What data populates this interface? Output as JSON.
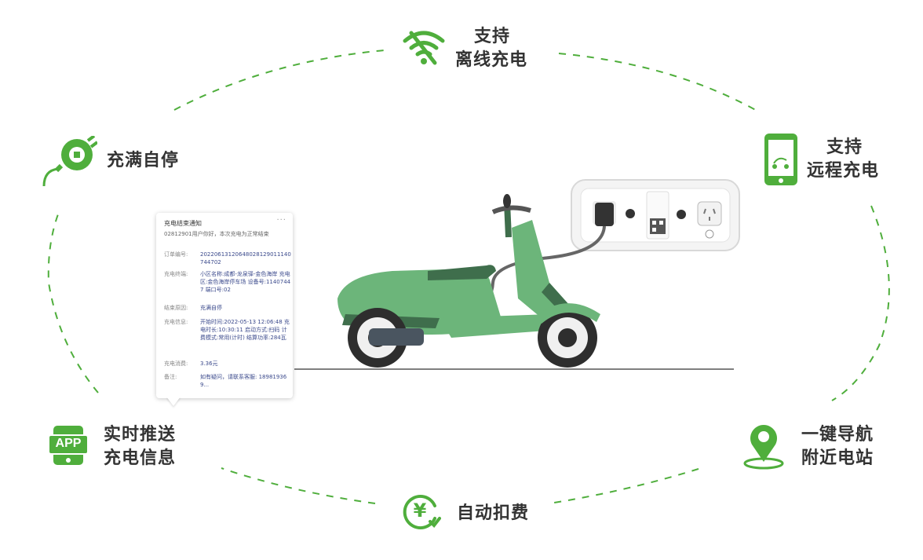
{
  "colors": {
    "green": "#4fae3c",
    "scooter": "#6cb57a",
    "scooter_dark": "#3f6e4c"
  },
  "features": {
    "offline": {
      "line1": "支持",
      "line2": "离线充电",
      "icon": "wifi-off-icon"
    },
    "remote": {
      "line1": "支持",
      "line2": "远程充电",
      "icon": "phone-icon"
    },
    "auto_stop": {
      "label": "充满自停",
      "icon": "plug-icon"
    },
    "push": {
      "line1": "实时推送",
      "line2": "充电信息",
      "icon": "app-icon",
      "icon_text": "APP"
    },
    "navigate": {
      "line1": "一键导航",
      "line2": "附近电站",
      "icon": "location-pin-icon"
    },
    "auto_pay": {
      "label": "自动扣费",
      "icon": "yuan-icon",
      "icon_text": "¥"
    }
  },
  "notification": {
    "title": "充电结束通知",
    "menu": "···",
    "subtitle": "02812901用户你好，本次充电为正常结束",
    "rows": [
      {
        "label": "订单编号:",
        "value": "20220613120648028129011140744702"
      },
      {
        "label": "充电终端:",
        "value": "小区名称:成都-龙泉驿-金色海岸 充电区:金色海岸停车场 设备号:11407447 端口号:02"
      },
      {
        "label": "结束原因:",
        "value": "充满自停"
      },
      {
        "label": "充电信息:",
        "value": "开始时间:2022-05-13 12:06:48 充电时长:10:30:11 启动方式:扫码 计费模式:常用(计时) 结算功率:284瓦"
      },
      {
        "label": "充电消费:",
        "value": "3.36元"
      },
      {
        "label": "备注:",
        "value": "如有疑问，请联系客服: 189819369..."
      }
    ]
  }
}
